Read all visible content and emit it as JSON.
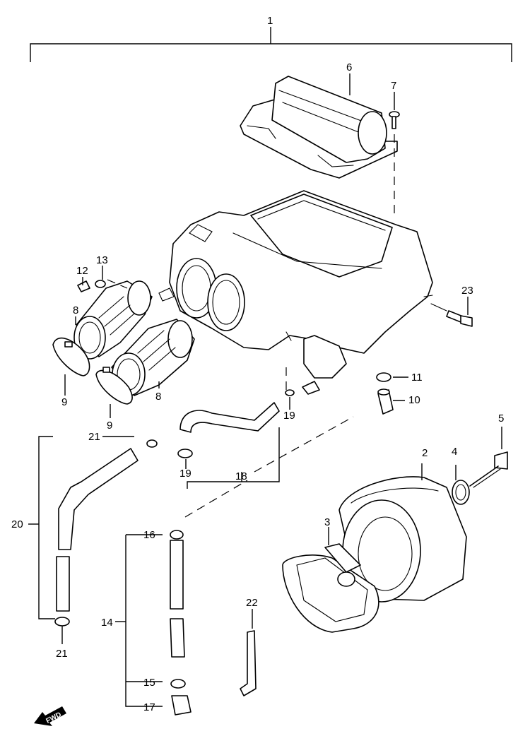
{
  "diagram": {
    "callouts": [
      {
        "id": "c1",
        "text": "1"
      },
      {
        "id": "c2",
        "text": "2"
      },
      {
        "id": "c3",
        "text": "3"
      },
      {
        "id": "c4",
        "text": "4"
      },
      {
        "id": "c5",
        "text": "5"
      },
      {
        "id": "c6",
        "text": "6"
      },
      {
        "id": "c7",
        "text": "7"
      },
      {
        "id": "c8a",
        "text": "8"
      },
      {
        "id": "c8b",
        "text": "8"
      },
      {
        "id": "c9a",
        "text": "9"
      },
      {
        "id": "c9b",
        "text": "9"
      },
      {
        "id": "c10",
        "text": "10"
      },
      {
        "id": "c11",
        "text": "11"
      },
      {
        "id": "c12",
        "text": "12"
      },
      {
        "id": "c13",
        "text": "13"
      },
      {
        "id": "c14",
        "text": "14"
      },
      {
        "id": "c15",
        "text": "15"
      },
      {
        "id": "c16",
        "text": "16"
      },
      {
        "id": "c17",
        "text": "17"
      },
      {
        "id": "c18",
        "text": "18"
      },
      {
        "id": "c19a",
        "text": "19"
      },
      {
        "id": "c19b",
        "text": "19"
      },
      {
        "id": "c20",
        "text": "20"
      },
      {
        "id": "c21a",
        "text": "21"
      },
      {
        "id": "c21b",
        "text": "21"
      },
      {
        "id": "c22",
        "text": "22"
      },
      {
        "id": "c23",
        "text": "23"
      }
    ],
    "fwd_badge": "FWD"
  }
}
